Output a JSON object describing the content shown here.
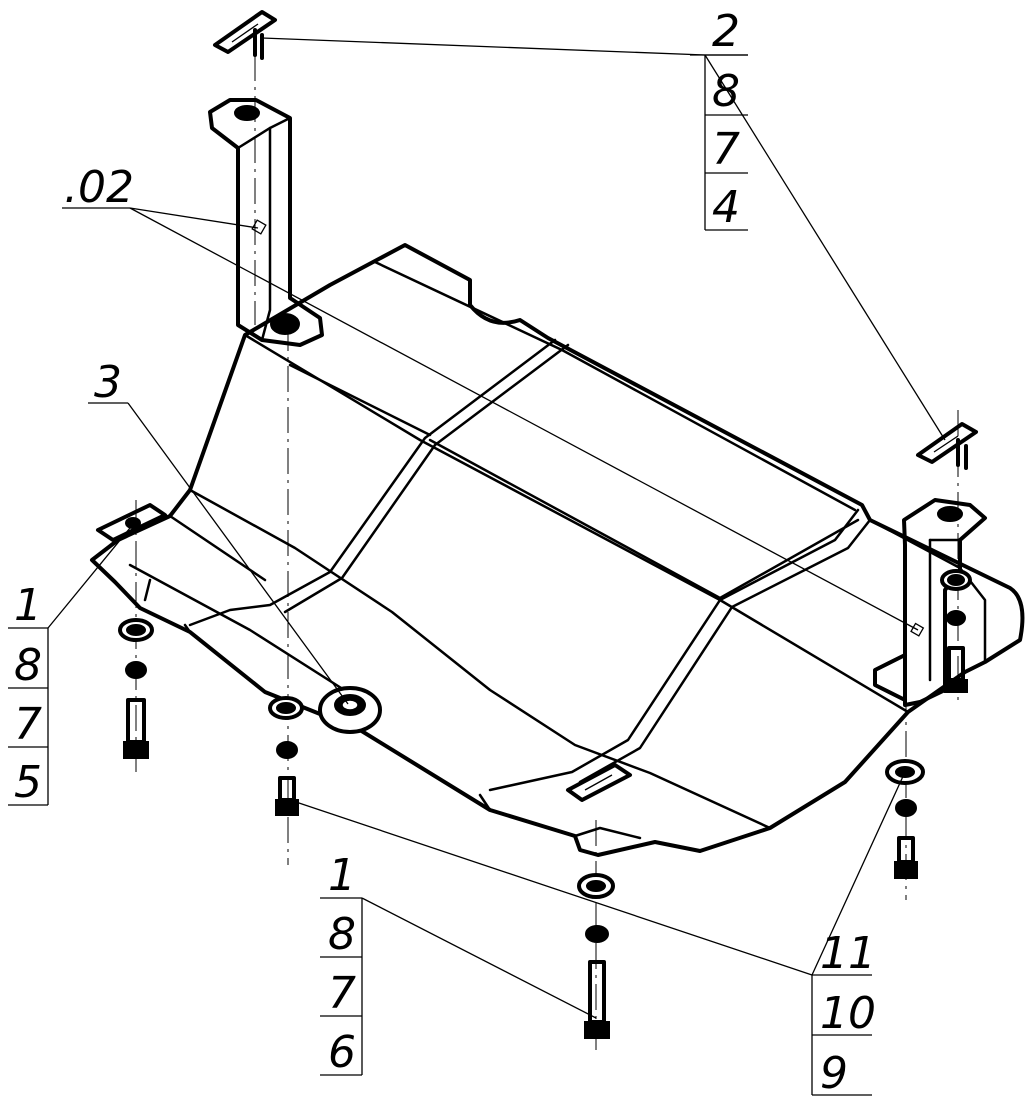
{
  "callouts": {
    "top_right": {
      "lines": [
        "2",
        "8",
        "7",
        "4"
      ]
    },
    "left": {
      "lines": [
        "1",
        "8",
        "7",
        "5"
      ]
    },
    "bottom_mid": {
      "lines": [
        "1",
        "8",
        "7",
        "6"
      ]
    },
    "bottom_right": {
      "lines": [
        "11",
        "10",
        "9"
      ]
    },
    "part_02": {
      "label": ".02"
    },
    "part_3": {
      "label": "3"
    }
  }
}
